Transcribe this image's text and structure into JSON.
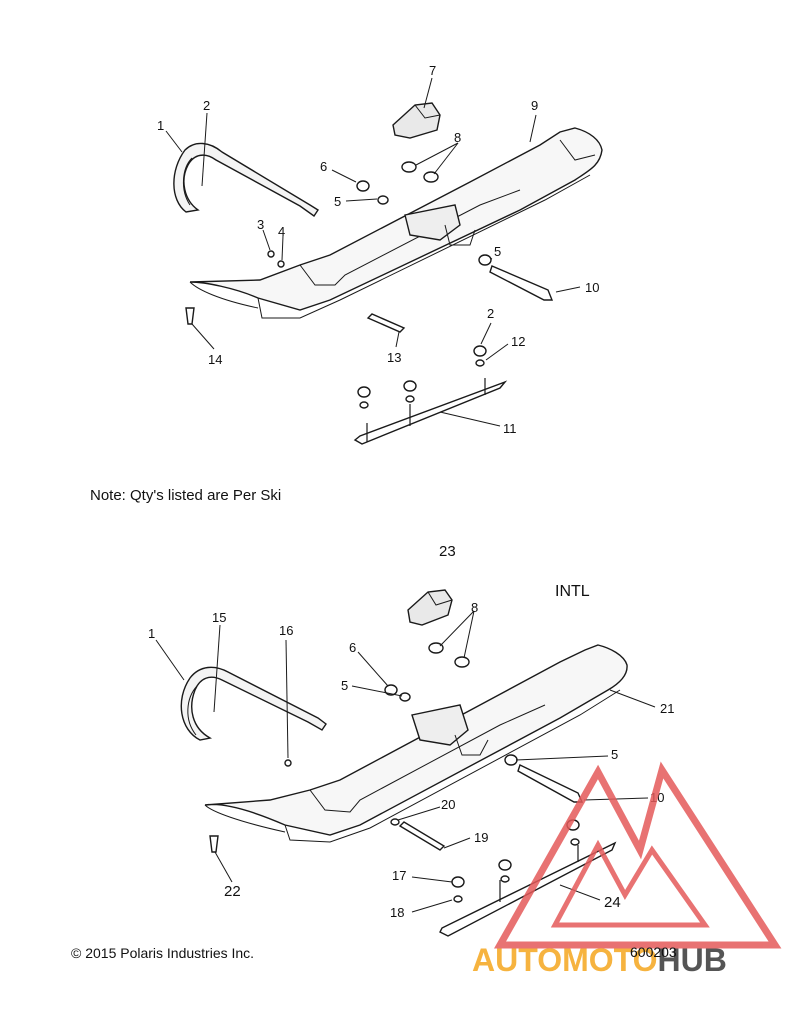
{
  "labels": {
    "top": [
      "1",
      "2",
      "3",
      "4",
      "5",
      "6",
      "5",
      "7",
      "8",
      "9",
      "10",
      "2",
      "12",
      "11",
      "13",
      "14"
    ],
    "bottom": [
      "1",
      "15",
      "16",
      "6",
      "5",
      "23",
      "8",
      "21",
      "5",
      "10",
      "20",
      "19",
      "17",
      "18",
      "24",
      "22"
    ]
  },
  "note": "Note: Qty's listed are Per Ski",
  "intl": "INTL",
  "copyright": "© 2015 Polaris Industries Inc.",
  "part_number": "600203",
  "watermark": {
    "text_a": "AUTOMOTO",
    "text_b": "HUB",
    "color_a": "#f6b33f",
    "color_b": "#555555",
    "triangle_color": "#e45a5a"
  }
}
